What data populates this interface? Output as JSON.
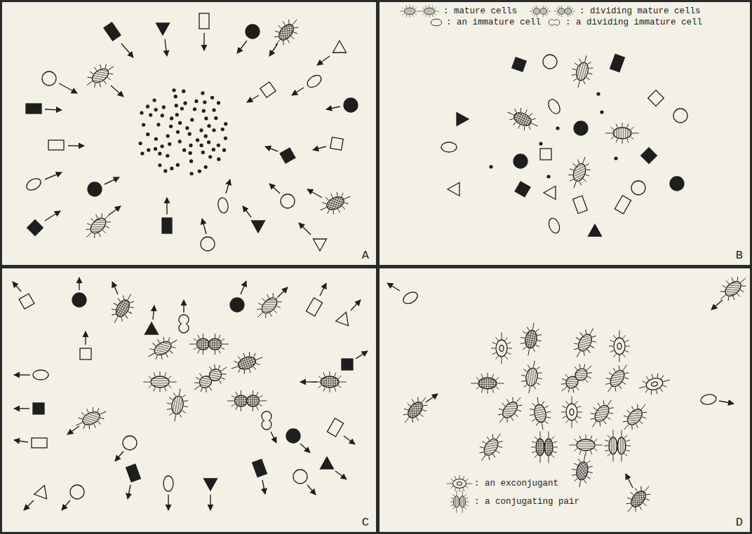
{
  "diagram": {
    "nodes": [
      {
        "text": [
          "A"
        ]
      },
      {
        "text": [
          "B"
        ]
      },
      {
        "text": [
          "C"
        ]
      },
      {
        "text": [
          "D"
        ]
      }
    ],
    "legend": [
      {
        "text": ": mature cells"
      },
      {
        "text": ": dividing mature cells"
      },
      {
        "text": ": an immature cell"
      },
      {
        "text": ": a dividing immature cell"
      },
      {
        "text": ": an exconjugant"
      },
      {
        "text": ": a conjugating pair"
      }
    ]
  }
}
